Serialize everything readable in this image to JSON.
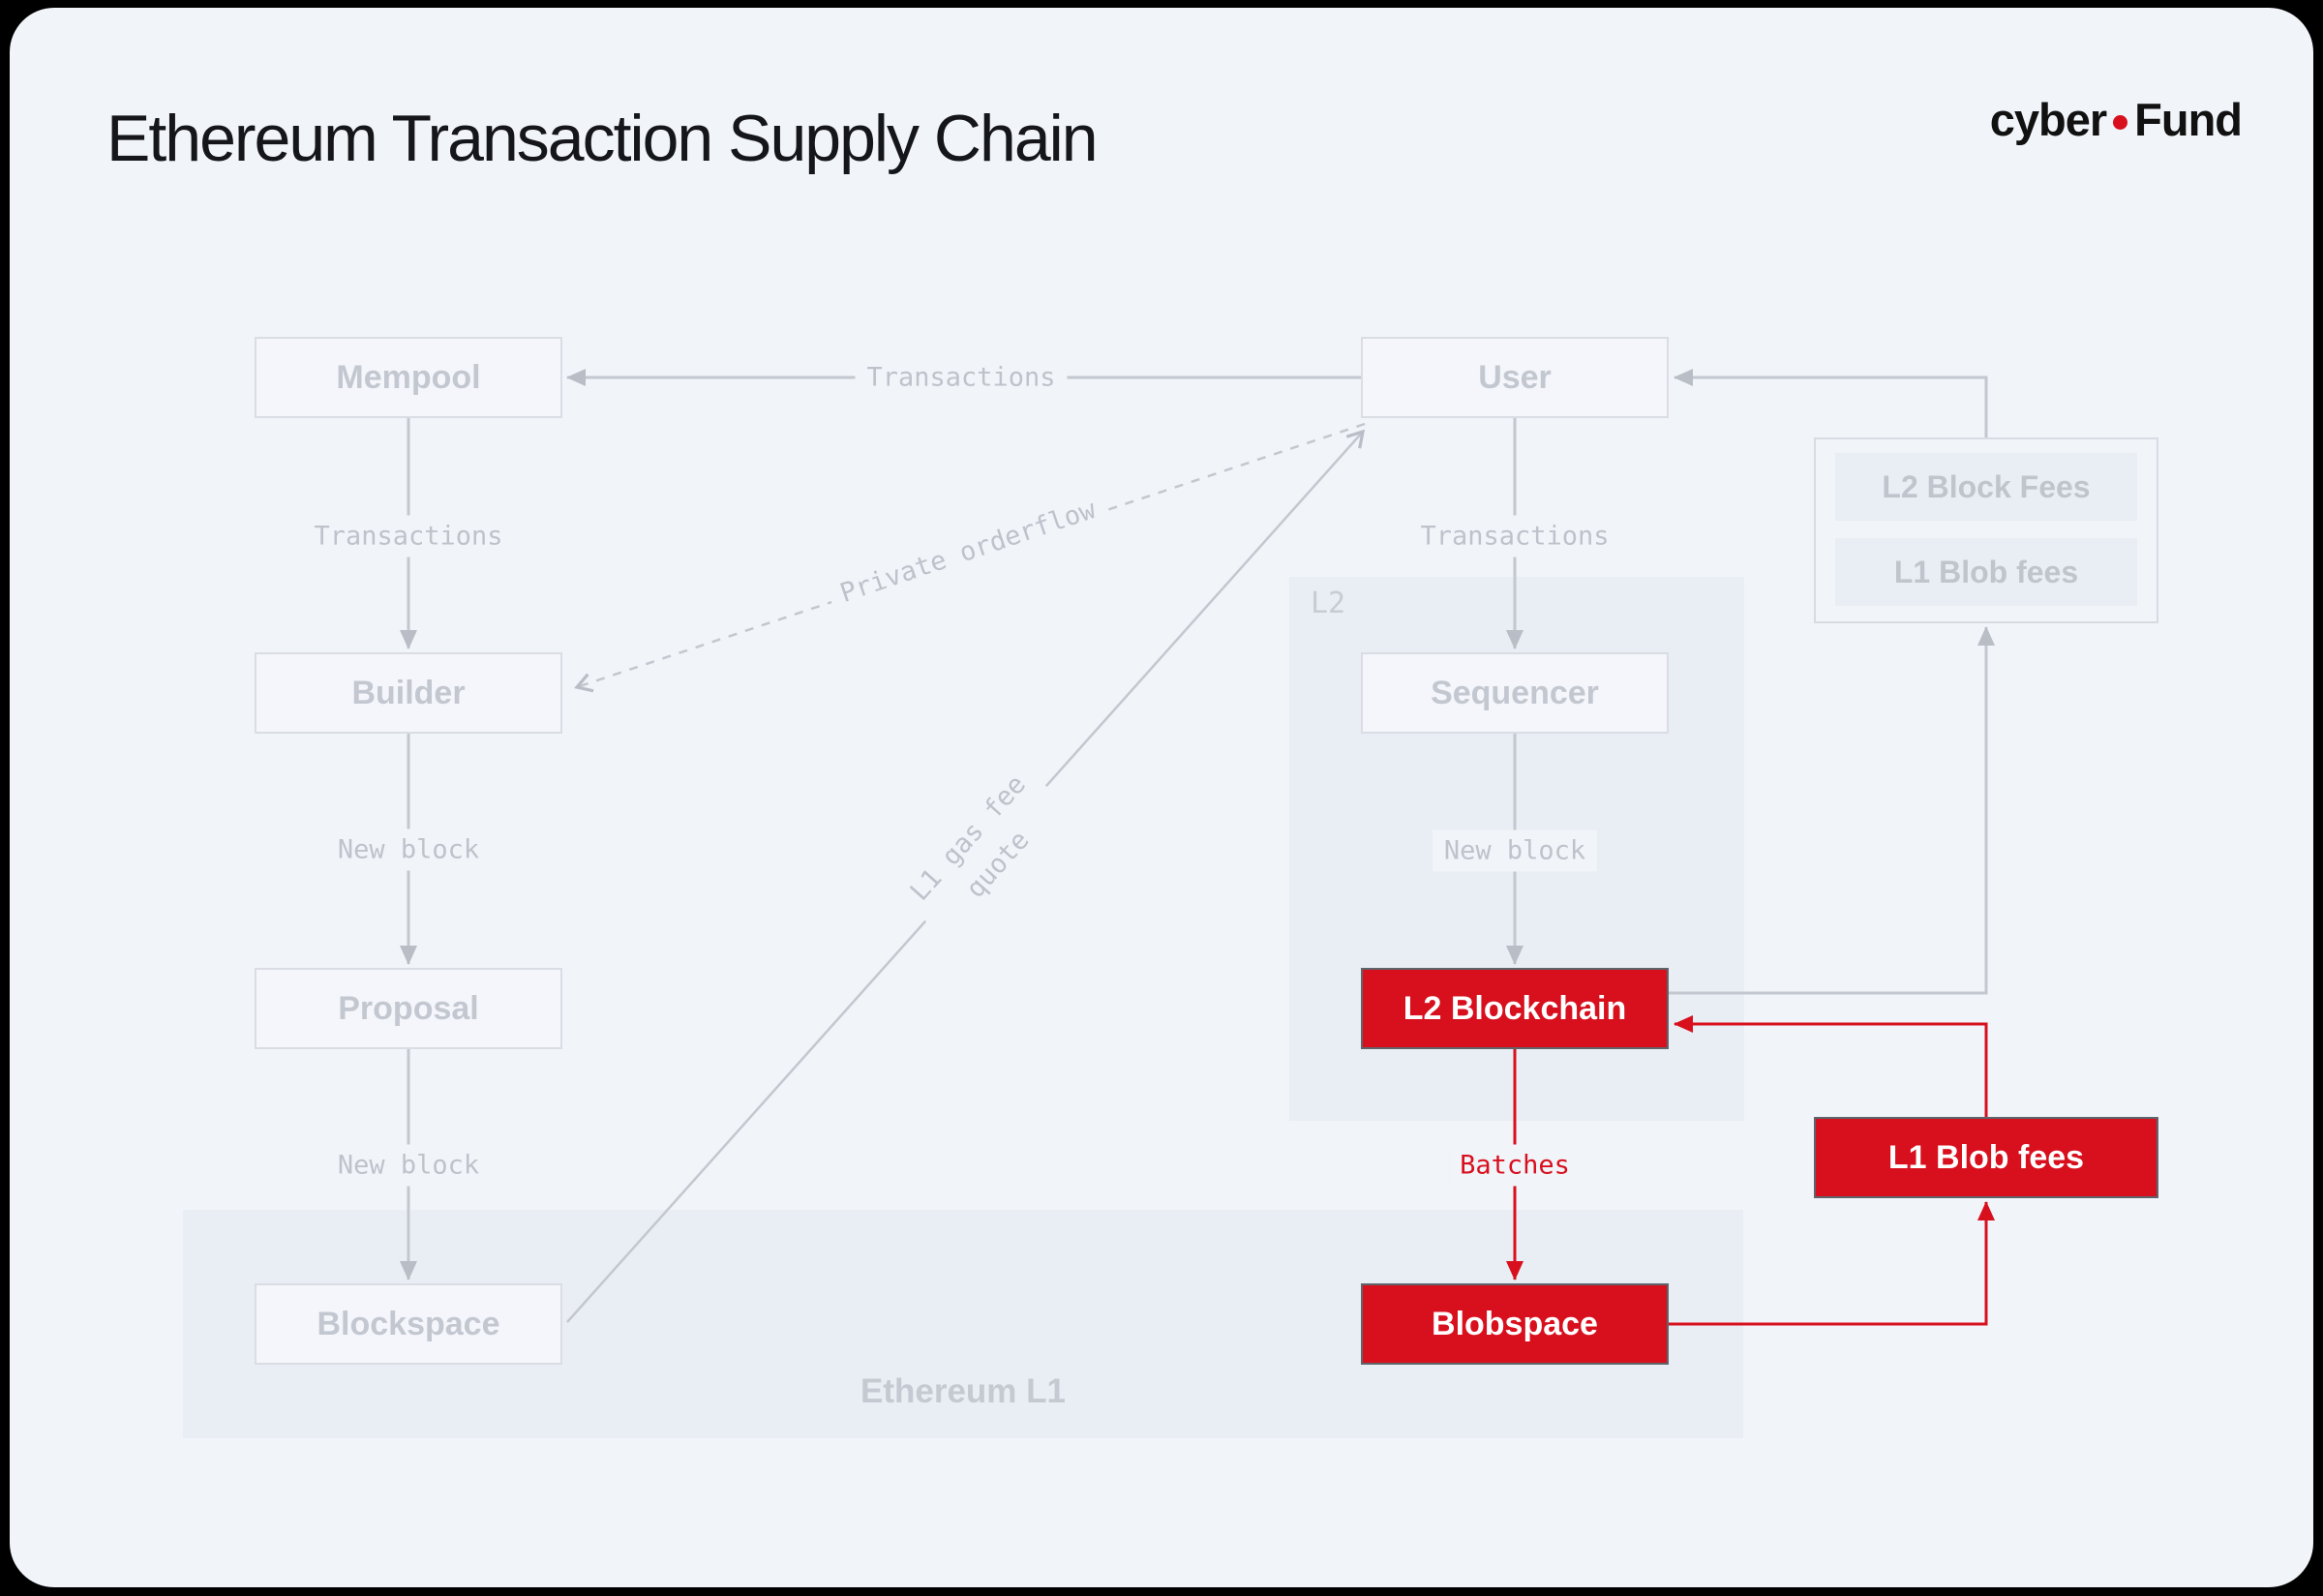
{
  "page_title": "Ethereum Transaction Supply Chain",
  "logo": {
    "part1": "cyber",
    "part2": "Fund"
  },
  "colors": {
    "accent_red": "#d8101e",
    "card_background": "#f1f4f9",
    "container_background": "#e9edf4",
    "faded_gray_text": "#c3c7d0",
    "line_gray": "#c3c7cf"
  },
  "containers": {
    "l2_label": "L2",
    "l1_label": "Ethereum L1"
  },
  "nodes": {
    "mempool": "Mempool",
    "user": "User",
    "builder": "Builder",
    "sequencer": "Sequencer",
    "proposal": "Proposal",
    "l2_blockchain": "L2 Blockchain",
    "blockspace": "Blockspace",
    "blobspace": "Blobspace",
    "l1_blob_fees": "L1 Blob fees"
  },
  "fees_panel": {
    "rows": [
      {
        "label": "L2 Block Fees"
      },
      {
        "label": "L1 Blob fees"
      }
    ]
  },
  "edge_labels": {
    "user_to_mempool": "Transactions",
    "mempool_to_builder": "Transactions",
    "private_orderflow": "Private orderflow",
    "builder_to_proposal": "New block",
    "proposal_to_blockspace": "New block",
    "l1_gas_fee_line1": "L1 gas fee",
    "l1_gas_fee_line2": "quote",
    "user_to_sequencer": "Transactions",
    "sequencer_to_l2": "New block",
    "l2_to_blobspace": "Batches"
  }
}
